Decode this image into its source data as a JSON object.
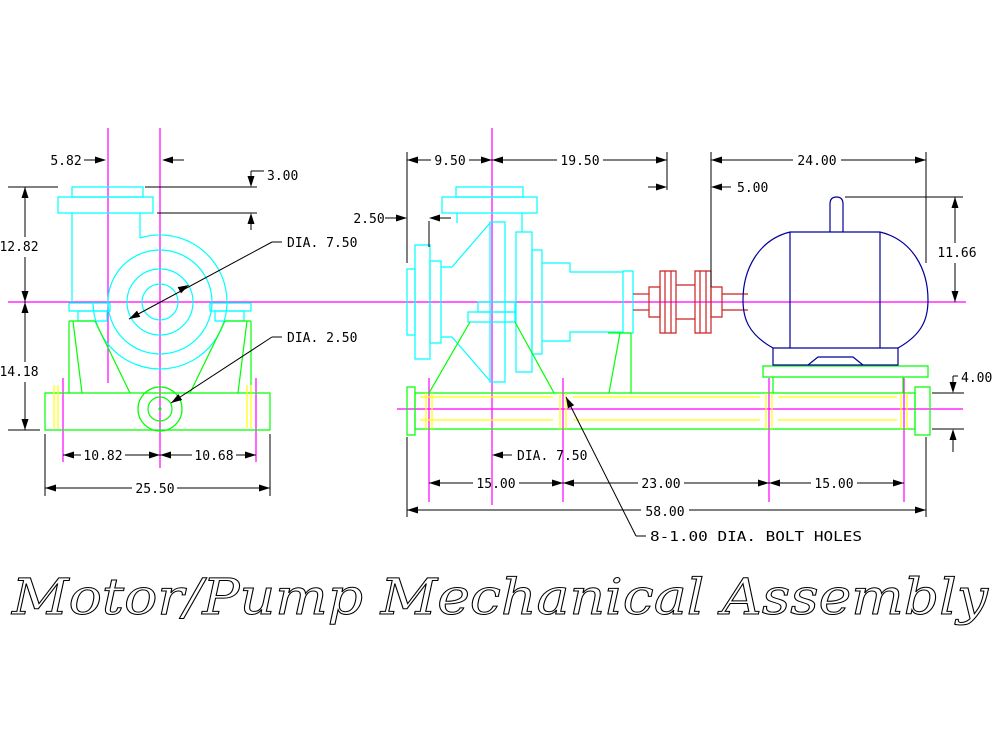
{
  "title": "Motor/Pump Mechanical Assembly",
  "colors": {
    "background": "#FFFFFF",
    "pump": "#00FFFF",
    "support": "#00FF00",
    "centerline": "#FF00FF",
    "slots": "#FFFF00",
    "coupling": "#CC2222",
    "motor": "#000099",
    "dimension": "#000000"
  },
  "front_view": {
    "dims": {
      "flange_offset": "5.82",
      "flange_height": "3.00",
      "center_height": "12.82",
      "base_height": "14.18",
      "bolt_left_span": "10.82",
      "bolt_right_span": "10.68",
      "base_width": "25.50",
      "impeller_dia": "DIA. 7.50",
      "hole_dia": "DIA. 2.50"
    }
  },
  "side_view": {
    "dims": {
      "suction_length": "9.50",
      "pump_length": "19.50",
      "coupling_gap": "5.00",
      "motor_length": "24.00",
      "motor_height": "11.66",
      "stub_length": "2.50",
      "rail_height": "4.00",
      "discharge_dia": "DIA. 7.50",
      "bolt_span_left": "15.00",
      "bolt_span_mid": "23.00",
      "bolt_span_right": "15.00",
      "base_length": "58.00",
      "bolt_note": "8-1.00 DIA. BOLT HOLES"
    }
  }
}
